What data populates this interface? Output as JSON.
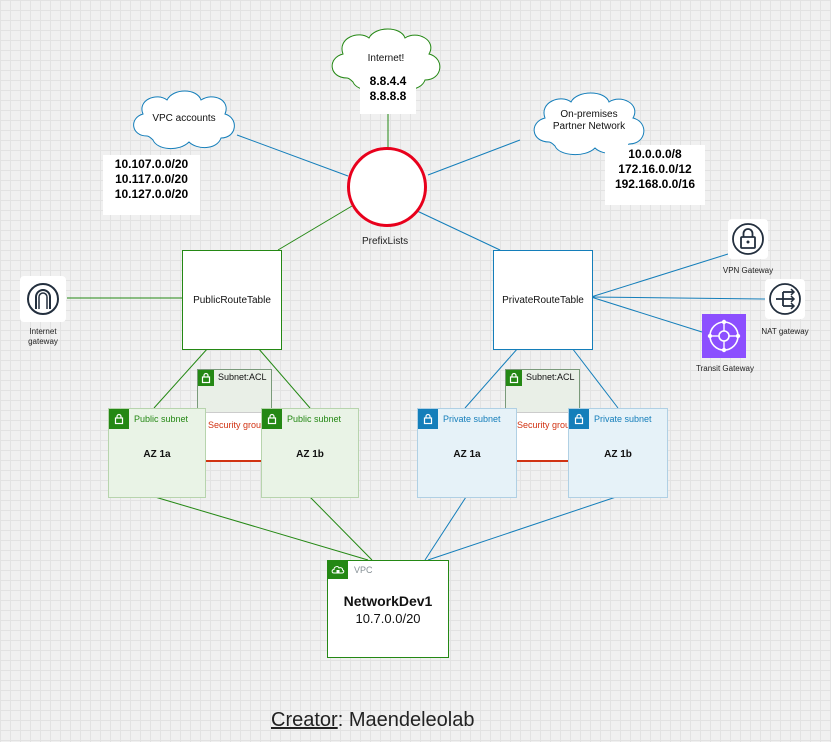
{
  "colors": {
    "green": "#248814",
    "blue": "#147eba",
    "red": "#e8001c",
    "public_fill": "#e9f3e6",
    "private_fill": "#e6f2f8",
    "security_group_red": "#d13212",
    "transit_purple": "#8c4fff"
  },
  "clouds": {
    "vpc_accounts": {
      "label": "VPC accounts",
      "cidrs": [
        "10.107.0.0/20",
        "10.117.0.0/20",
        "10.127.0.0/20"
      ]
    },
    "internet": {
      "label": "Internet!",
      "ips": [
        "8.8.4.4",
        "8.8.8.8"
      ]
    },
    "onprem": {
      "label_line1": "On-premises",
      "label_line2": "Partner Network",
      "cidrs": [
        "10.0.0.0/8",
        "172.16.0.0/12",
        "192.168.0.0/16"
      ]
    }
  },
  "prefix_lists": {
    "label": "PrefixLists"
  },
  "route_tables": {
    "public": {
      "label": "PublicRouteTable"
    },
    "private": {
      "label": "PrivateRouteTable"
    }
  },
  "gateways": {
    "internet": {
      "label_line1": "Internet",
      "label_line2": "gateway",
      "icon": "internet-gateway-icon"
    },
    "vpn": {
      "label": "VPN Gateway",
      "icon": "lock-icon"
    },
    "nat": {
      "label": "NAT gateway",
      "icon": "nat-gateway-icon"
    },
    "transit": {
      "label": "Transit Gateway",
      "icon": "transit-gateway-icon"
    }
  },
  "acls": {
    "public": {
      "label": "Subnet:ACL",
      "security_group": "Security group"
    },
    "private": {
      "label": "Subnet:ACL",
      "security_group": "Security group"
    }
  },
  "subnets": {
    "public_1a": {
      "title": "Public subnet",
      "az": "AZ 1a"
    },
    "public_1b": {
      "title": "Public subnet",
      "az": "AZ 1b"
    },
    "private_1a": {
      "title": "Private subnet",
      "az": "AZ 1a"
    },
    "private_1b": {
      "title": "Private subnet",
      "az": "AZ 1b"
    }
  },
  "vpc": {
    "tag": "VPC",
    "name": "NetworkDev1",
    "cidr": "10.7.0.0/20"
  },
  "credit": {
    "label": "Creator",
    "separator": ":",
    "name": "Maendeleolab"
  }
}
